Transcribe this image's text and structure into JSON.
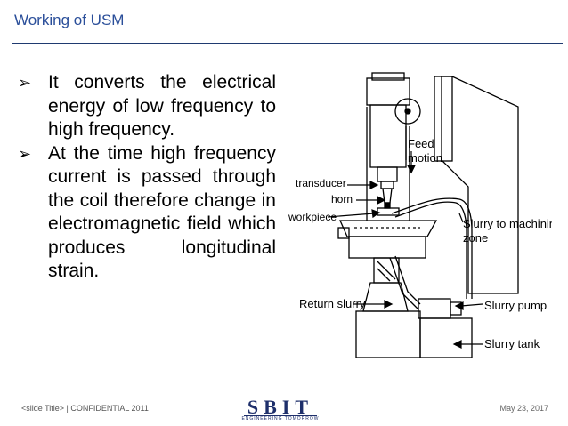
{
  "slide": {
    "title": "Working of USM"
  },
  "bullets": [
    "It converts the electrical energy of low frequency to high frequency.",
    "At the time high frequency current is passed through the coil therefore change in electromagnetic field which produces longitudinal strain."
  ],
  "diagram": {
    "labels": {
      "feed": "Feed",
      "motion": "motion",
      "transducer": "transducer",
      "horn": "horn",
      "workpiece": "workpiece",
      "slurry_to": "Slurry to machining",
      "zone": "zone",
      "return_slurry": "Return slurry",
      "slurry_pump": "Slurry pump",
      "slurry_tank": "Slurry tank"
    }
  },
  "footer": {
    "left": "<slide Title>  |  CONFIDENTIAL  2011",
    "date": "May 23, 2017",
    "logo": "SBIT",
    "logo_tagline": "ENGINEERING TOMORROW"
  }
}
